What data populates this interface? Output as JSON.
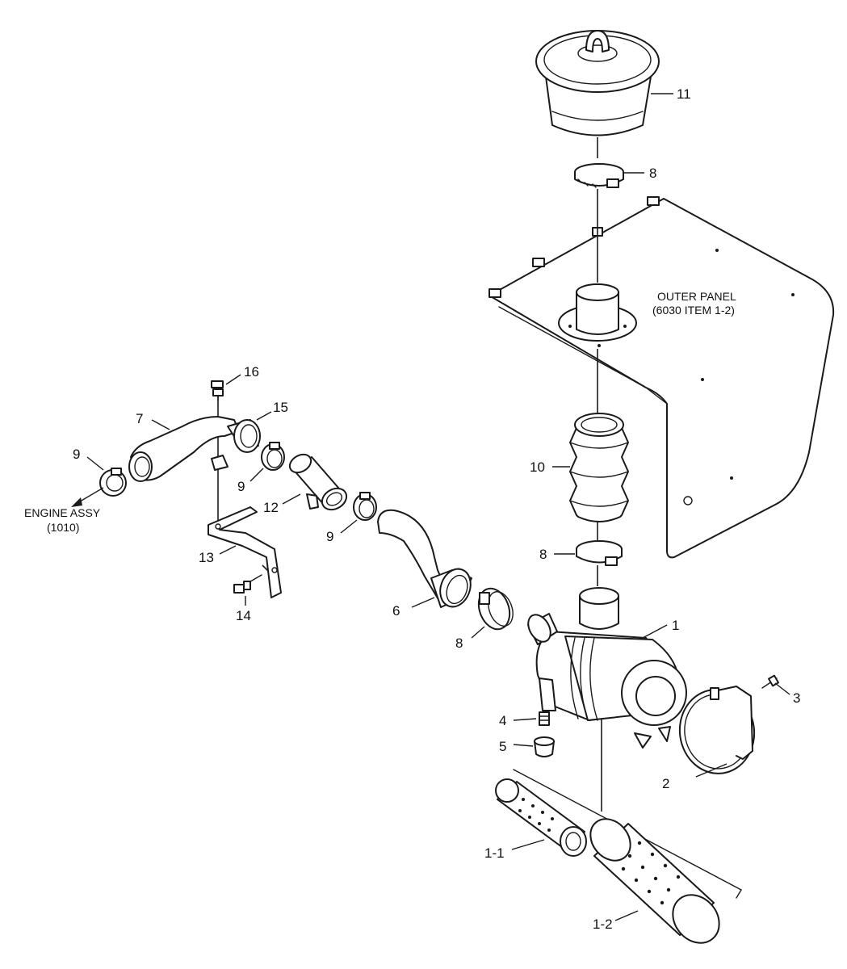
{
  "callouts": {
    "c1": "1",
    "c1_1": "1-1",
    "c1_2": "1-2",
    "c2": "2",
    "c3": "3",
    "c4": "4",
    "c5": "5",
    "c6": "6",
    "c7": "7",
    "c8_top": "8",
    "c8_mid": "8",
    "c8_low": "8",
    "c9_left": "9",
    "c9_mid": "9",
    "c9_low": "9",
    "c10": "10",
    "c11": "11",
    "c12": "12",
    "c13": "13",
    "c14": "14",
    "c15": "15",
    "c16": "16"
  },
  "notes": {
    "outer_panel_line1": "OUTER PANEL",
    "outer_panel_line2": "(6030 ITEM 1-2)",
    "engine_line1": "ENGINE ASSY",
    "engine_line2": "(1010)"
  },
  "colors": {
    "line": "#1a1a1a",
    "background": "#ffffff"
  }
}
